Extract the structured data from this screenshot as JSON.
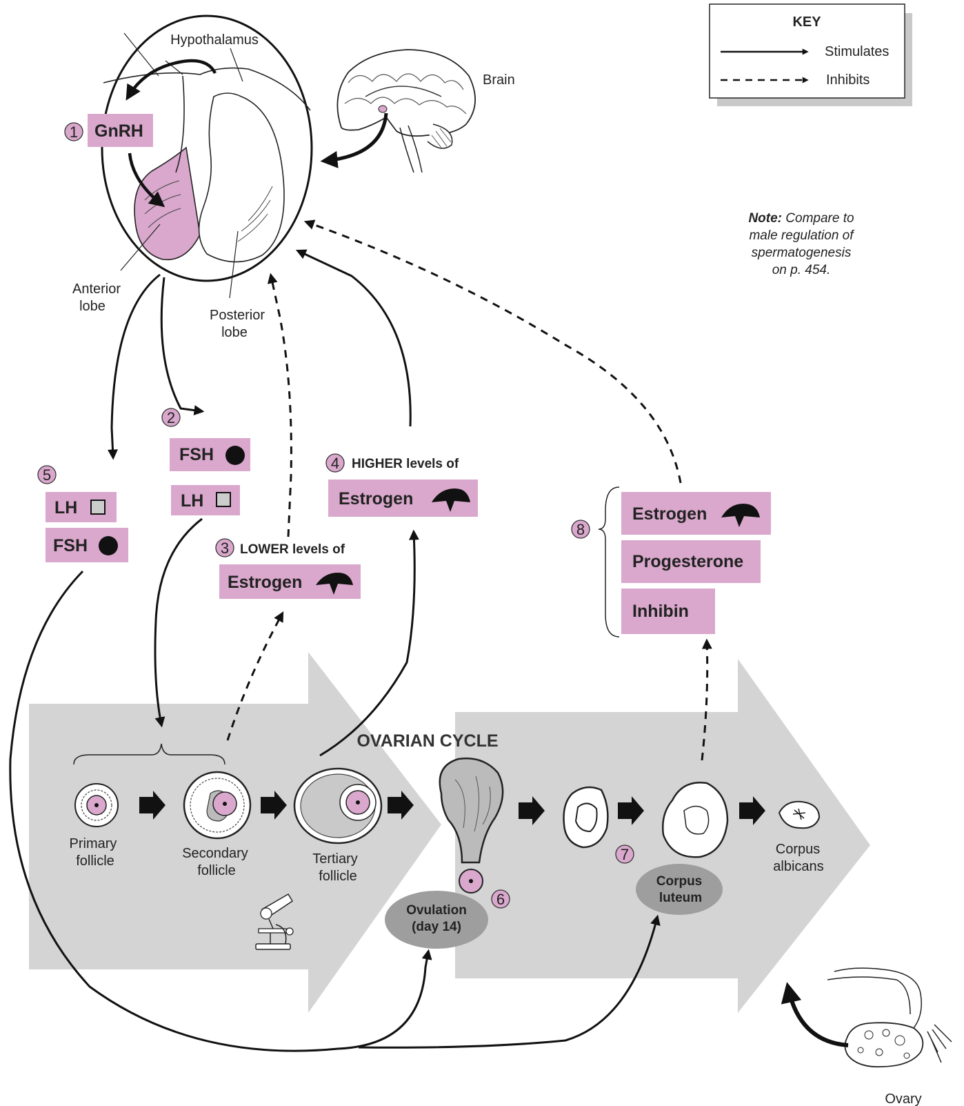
{
  "key": {
    "title": "KEY",
    "stimulates": "Stimulates",
    "inhibits": "Inhibits"
  },
  "note": {
    "bold": "Note:",
    "line1": "Compare to",
    "line2": "male regulation of",
    "line3": "spermatogenesis",
    "line4": "on p. 454."
  },
  "labels": {
    "hypothalamus": "Hypothalamus",
    "brain": "Brain",
    "anterior_1": "Anterior",
    "anterior_2": "lobe",
    "posterior_1": "Posterior",
    "posterior_2": "lobe",
    "ovarian_cycle": "OVARIAN CYCLE",
    "primary_1": "Primary",
    "primary_2": "follicle",
    "secondary_1": "Secondary",
    "secondary_2": "follicle",
    "tertiary_1": "Tertiary",
    "tertiary_2": "follicle",
    "ovulation_1": "Ovulation",
    "ovulation_2": "(day 14)",
    "corpus_luteum_1": "Corpus",
    "corpus_luteum_2": "luteum",
    "corpus_albicans_1": "Corpus",
    "corpus_albicans_2": "albicans",
    "ovary": "Ovary"
  },
  "steps": {
    "s1": "1",
    "s2": "2",
    "s3": "3",
    "s4": "4",
    "s5": "5",
    "s6": "6",
    "s7": "7",
    "s8": "8",
    "s3_text": "LOWER levels of",
    "s4_text": "HIGHER levels of"
  },
  "hormones": {
    "gnrh": "GnRH",
    "fsh": "FSH",
    "lh": "LH",
    "estrogen": "Estrogen",
    "progesterone": "Progesterone",
    "inhibin": "Inhibin"
  },
  "colors": {
    "pink": "#d9a8cc",
    "grey_band": "#d4d4d4",
    "oval": "#9e9e9e",
    "ink": "#222222"
  }
}
